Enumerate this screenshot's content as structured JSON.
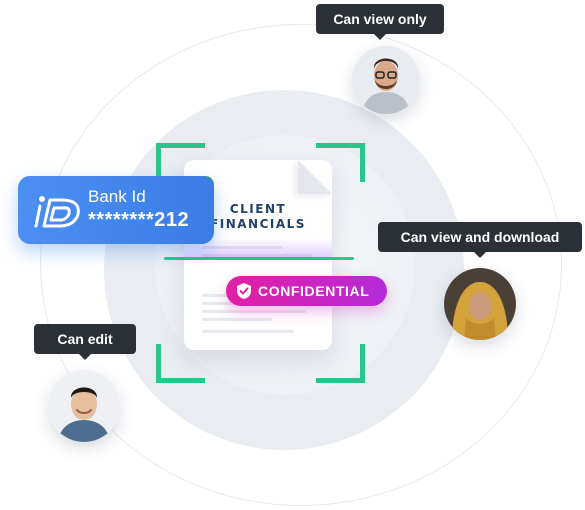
{
  "tooltips": {
    "view_only": "Can view only",
    "view_download": "Can view and download",
    "edit": "Can edit"
  },
  "bank_card": {
    "name": "Bank Id",
    "number": "********212",
    "color": "#3a7de6"
  },
  "document": {
    "title_line1": "CLIENT",
    "title_line2": "FINANCIALS"
  },
  "badge": {
    "label": "CONFIDENTIAL",
    "icon": "shield-check-icon",
    "color": "#e21fa3"
  },
  "accent": "#2bc48a"
}
